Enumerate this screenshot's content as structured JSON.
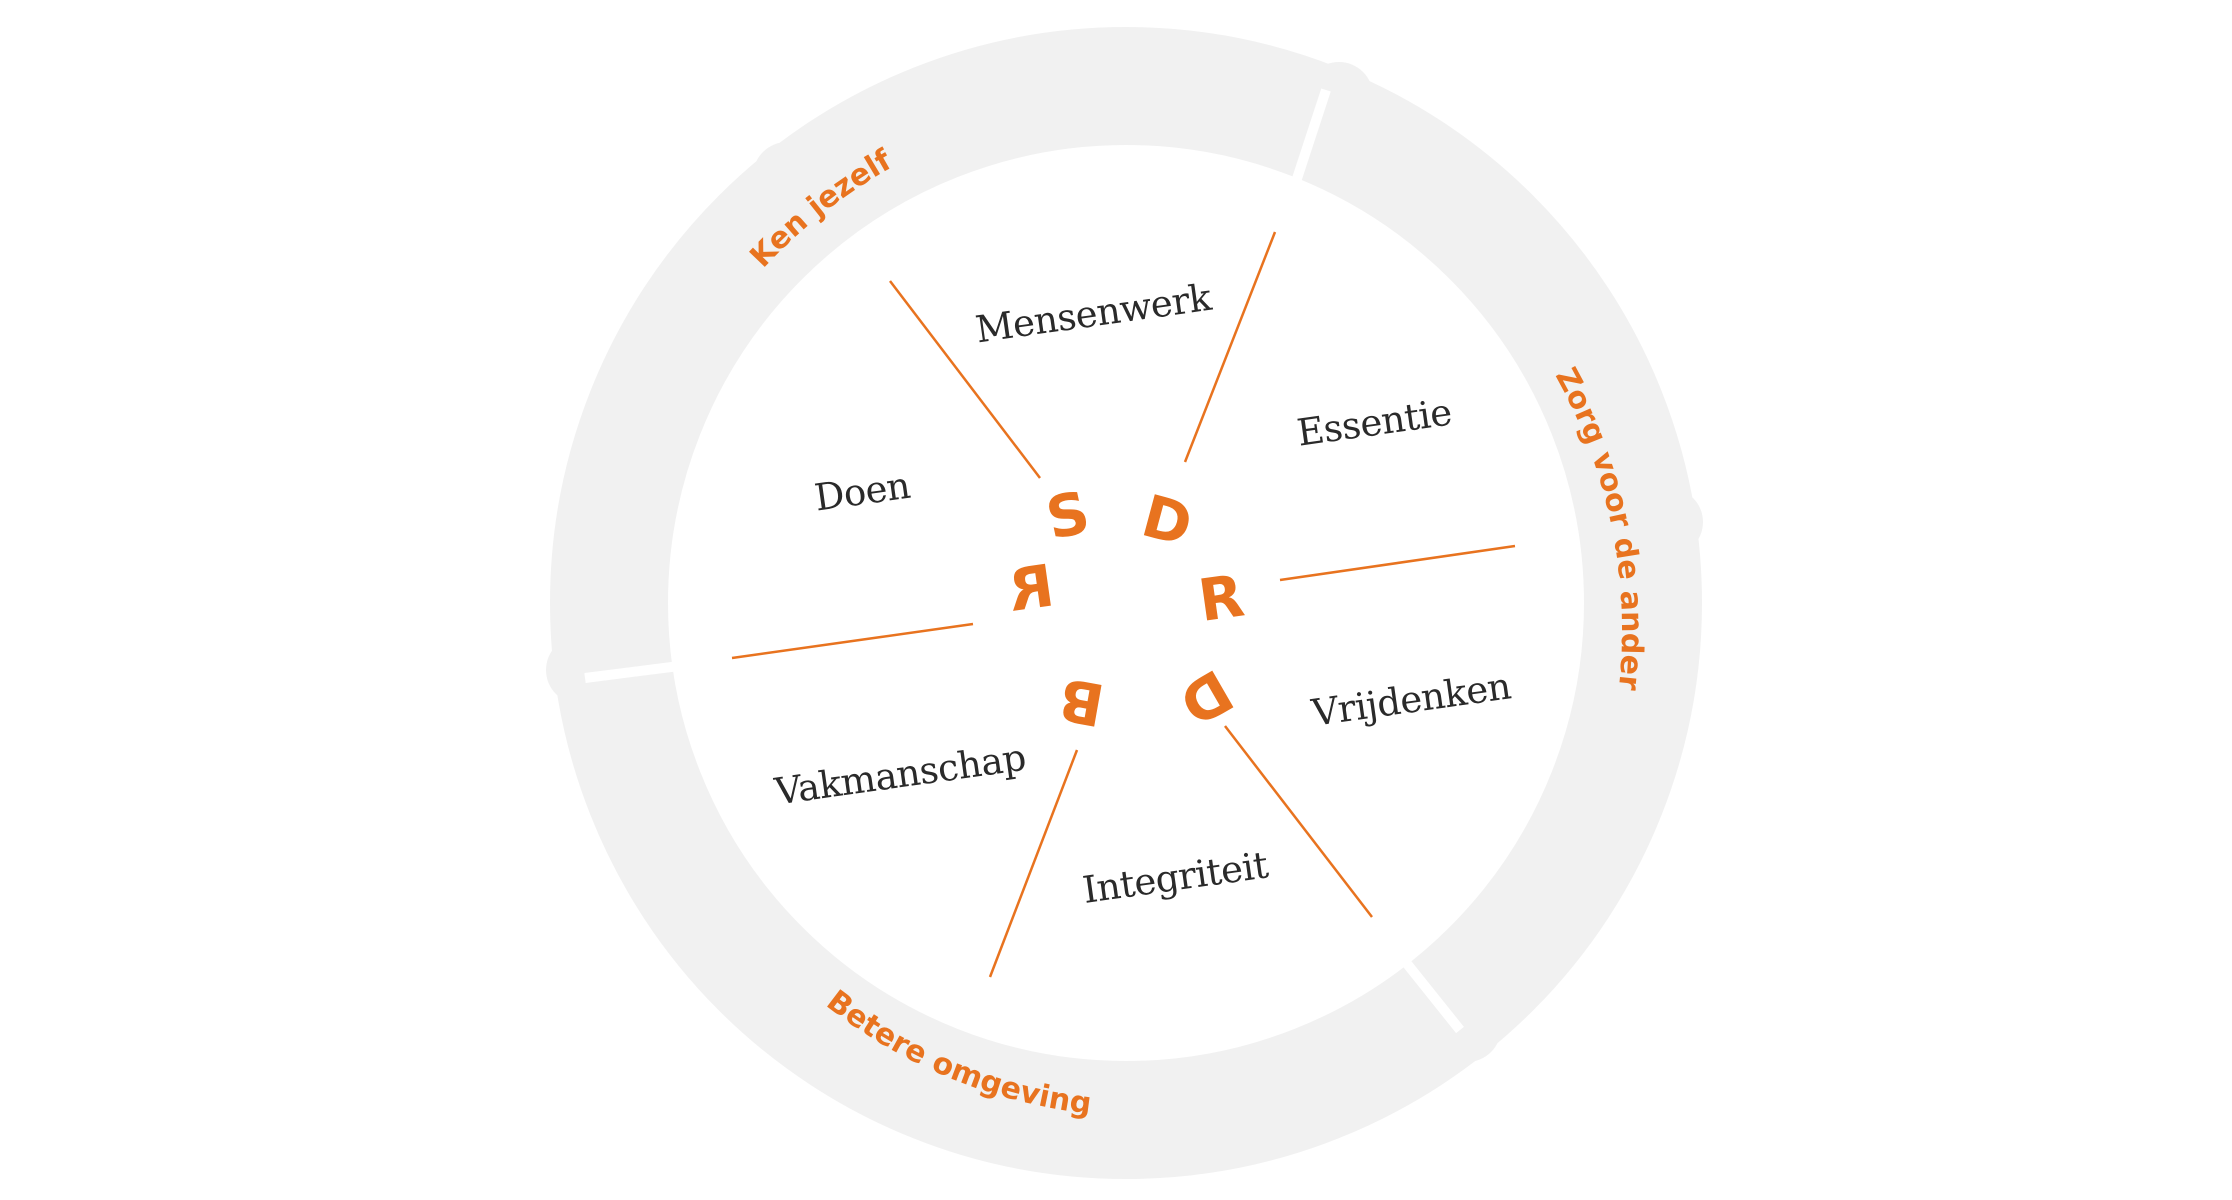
{
  "diagram": {
    "center_letters": [
      {
        "id": "s",
        "text": "S"
      },
      {
        "id": "d1",
        "text": "D"
      },
      {
        "id": "r1",
        "text": "R"
      },
      {
        "id": "d2",
        "text": "D"
      },
      {
        "id": "b",
        "text": "B"
      },
      {
        "id": "r2",
        "text": "R"
      }
    ],
    "segments": [
      {
        "id": "mensenwerk",
        "label": "Mensenwerk"
      },
      {
        "id": "essentie",
        "label": "Essentie"
      },
      {
        "id": "vrijdenken",
        "label": "Vrijdenken"
      },
      {
        "id": "integriteit",
        "label": "Integriteit"
      },
      {
        "id": "vakmanschap",
        "label": "Vakmanschap"
      },
      {
        "id": "doen",
        "label": "Doen"
      }
    ],
    "ring_labels": [
      {
        "id": "ken-jezelf",
        "text": "Ken jezelf"
      },
      {
        "id": "zorg-voor-de-ander",
        "text": "Zorg voor de ander"
      },
      {
        "id": "betere-omgeving",
        "text": "Betere omgeving"
      }
    ],
    "colors": {
      "accent": "#e8731f",
      "ring": "#f1f1f1",
      "text": "#2a2a2a",
      "background": "#ffffff"
    }
  }
}
